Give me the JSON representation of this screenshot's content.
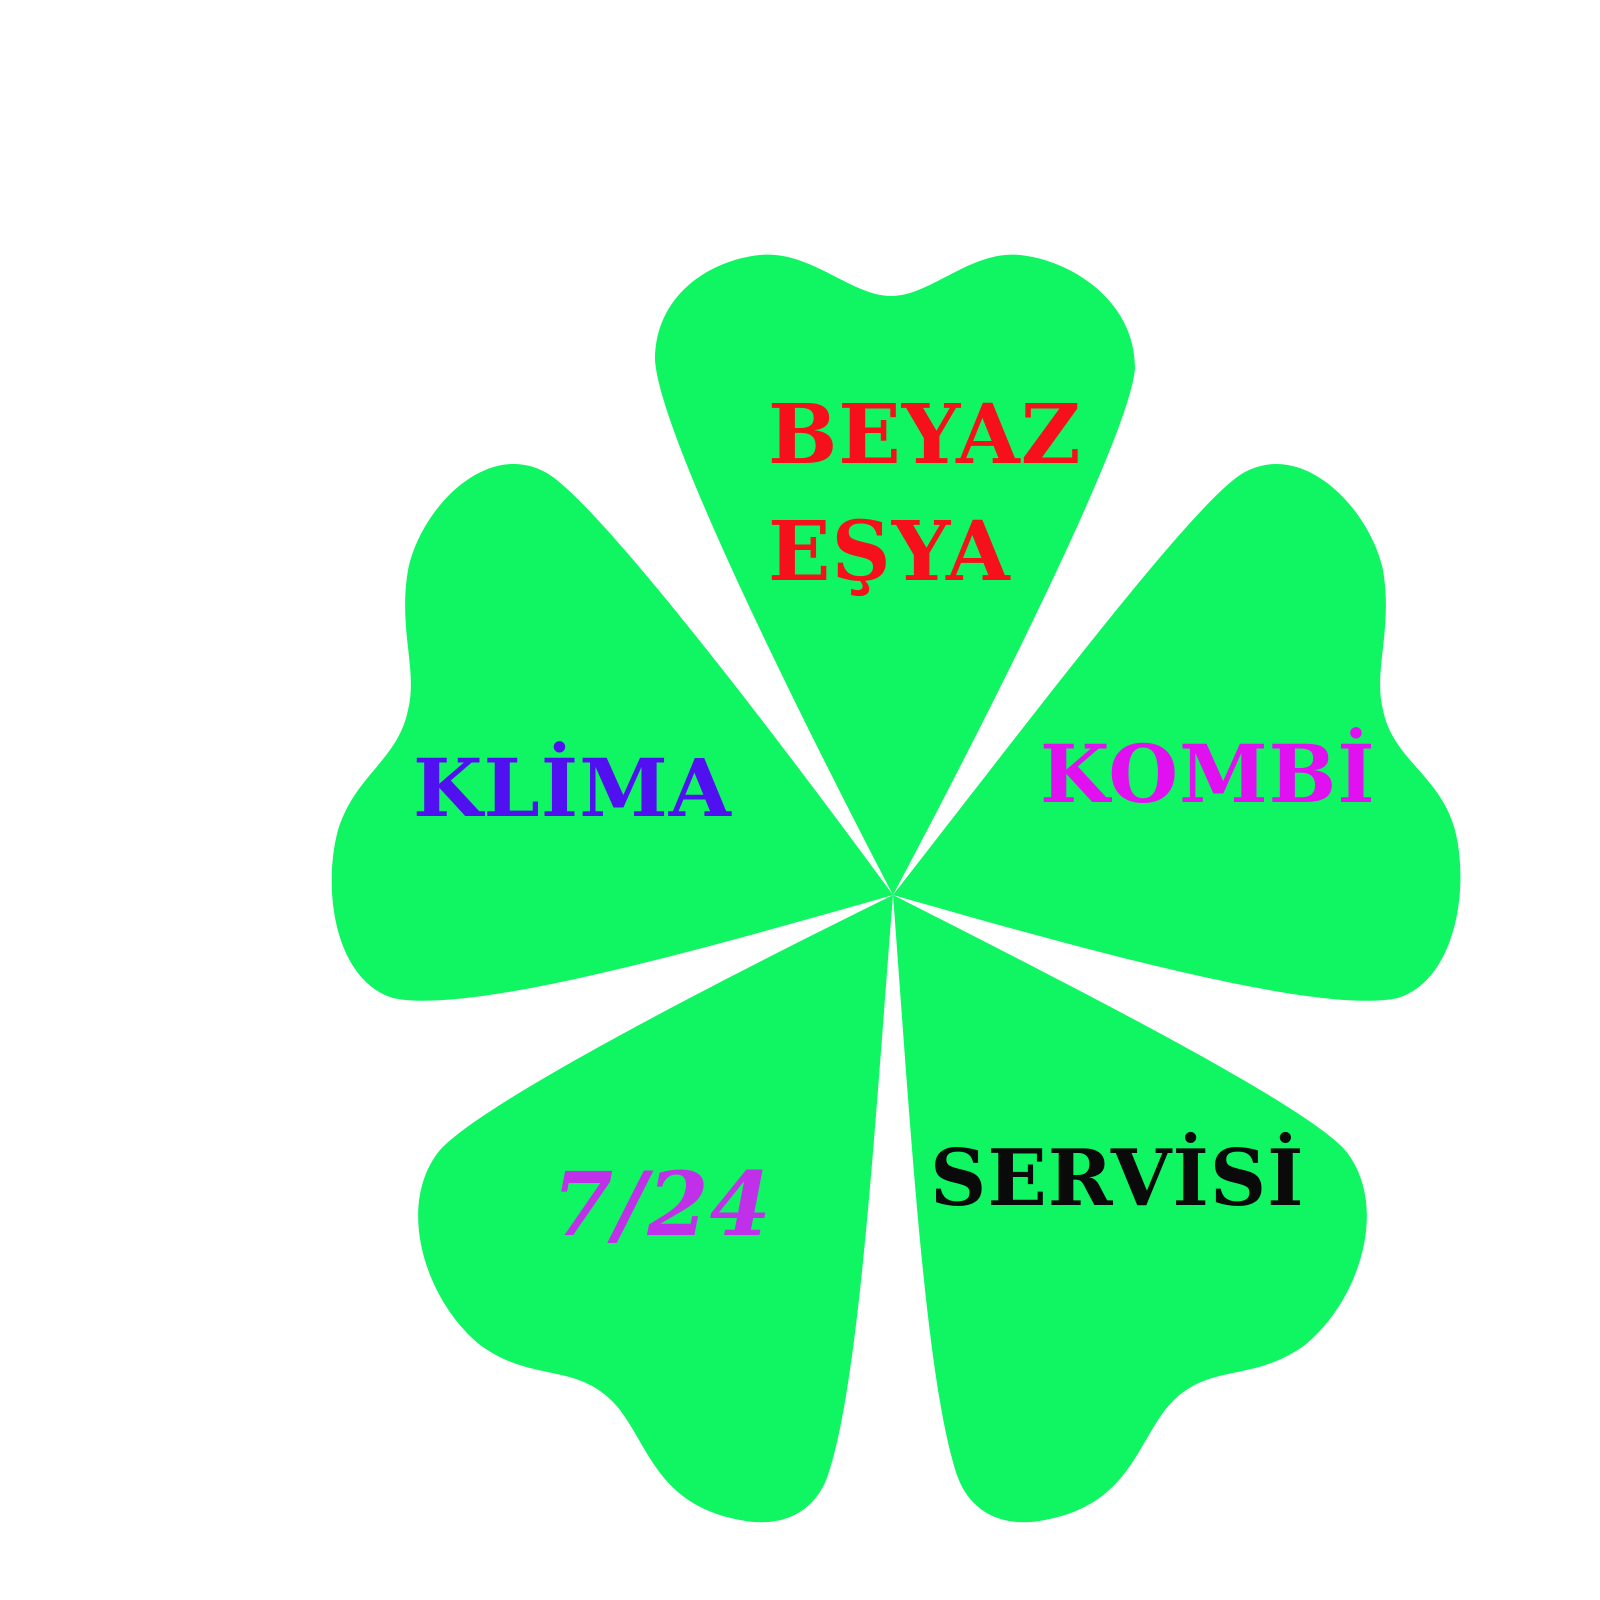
{
  "clover": {
    "leaf_color": "#10F562",
    "leaves": [
      {
        "id": "top",
        "lines": [
          "BEYAZ",
          "EŞYA"
        ],
        "color": "#F5101C"
      },
      {
        "id": "left",
        "lines": [
          "KLİMA"
        ],
        "color": "#5010F0"
      },
      {
        "id": "right",
        "lines": [
          "KOMBİ"
        ],
        "color": "#E010F0"
      },
      {
        "id": "bottom-left",
        "lines": [
          "7/24"
        ],
        "color": "#C030E8"
      },
      {
        "id": "bottom-right",
        "lines": [
          "SERVİSİ"
        ],
        "color": "#0A0A0A"
      }
    ]
  }
}
